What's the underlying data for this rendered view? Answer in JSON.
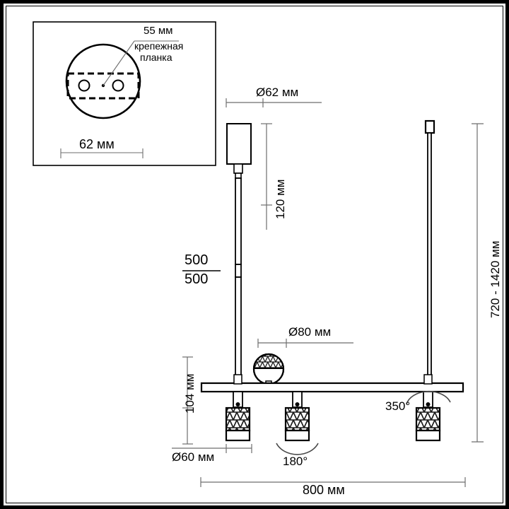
{
  "drawing": {
    "title": "Pendant bar luminaire technical dimension drawing",
    "units": "мм",
    "line_color": "#000000",
    "dim_color": "#6e6e6e",
    "fill_color": "#ffffff"
  },
  "detail_box": {
    "name": "mounting-plate-detail",
    "callout_label": "55 мм",
    "callout_sub_label_line1": "крепежная",
    "callout_sub_label_line2": "планка",
    "base_dimension": "62 мм"
  },
  "dimensions": {
    "canopy_diameter": "Ø62 мм",
    "canopy_height": "120 мм",
    "rod_fraction_top": "500",
    "rod_fraction_bottom": "500",
    "sphere_diameter": "Ø80 мм",
    "head_height": "104 мм",
    "head_diameter": "Ø60 мм",
    "bar_length": "800 мм",
    "total_height_range": "720 - 1420 мм",
    "rotation_horizontal": "350°",
    "rotation_vertical": "180°"
  }
}
